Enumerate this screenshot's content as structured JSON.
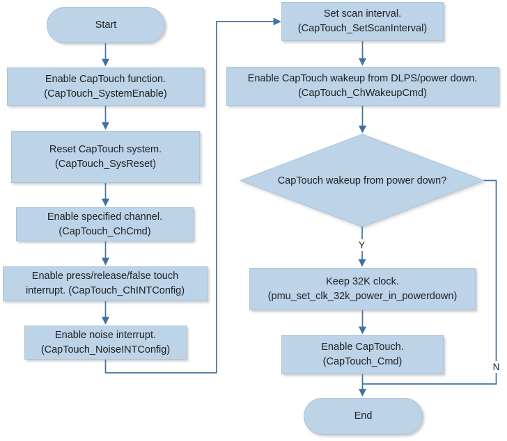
{
  "colors": {
    "node_fill": "#BCD3E8",
    "node_border": "#A9C4DB",
    "edge": "#41719C",
    "text": "#1F1F1F",
    "canvas": "#FFFFFF"
  },
  "edge_labels": {
    "yes": "Y",
    "no": "N"
  },
  "nodes": {
    "start": {
      "label": "Start"
    },
    "enable_function": {
      "line1": "Enable CapTouch function.",
      "line2": "(CapTouch_SystemEnable)"
    },
    "reset_system": {
      "line1": "Reset CapTouch system.",
      "line2": "(CapTouch_SysReset)"
    },
    "enable_channel": {
      "line1": "Enable specified channel.",
      "line2": "(CapTouch_ChCmd)"
    },
    "enable_touch_interrupt": {
      "line1": "Enable press/release/false touch",
      "line2": "interrupt. (CapTouch_ChINTConfig)"
    },
    "enable_noise_interrupt": {
      "line1": "Enable noise interrupt.",
      "line2": "(CapTouch_NoiseINTConfig)"
    },
    "set_scan_interval": {
      "line1": "Set scan interval.",
      "line2": "(CapTouch_SetScanInterval)"
    },
    "enable_wakeup": {
      "line1": "Enable CapTouch wakeup from DLPS/power down.",
      "line2": "(CapTouch_ChWakeupCmd)"
    },
    "decision_wakeup": {
      "label": "CapTouch wakeup from power down?"
    },
    "keep_32k_clock": {
      "line1": "Keep 32K clock.",
      "line2": "(pmu_set_clk_32k_power_in_powerdown)"
    },
    "enable_captouch": {
      "line1": "Enable CapTouch.",
      "line2": "(CapTouch_Cmd)"
    },
    "end": {
      "label": "End"
    }
  }
}
